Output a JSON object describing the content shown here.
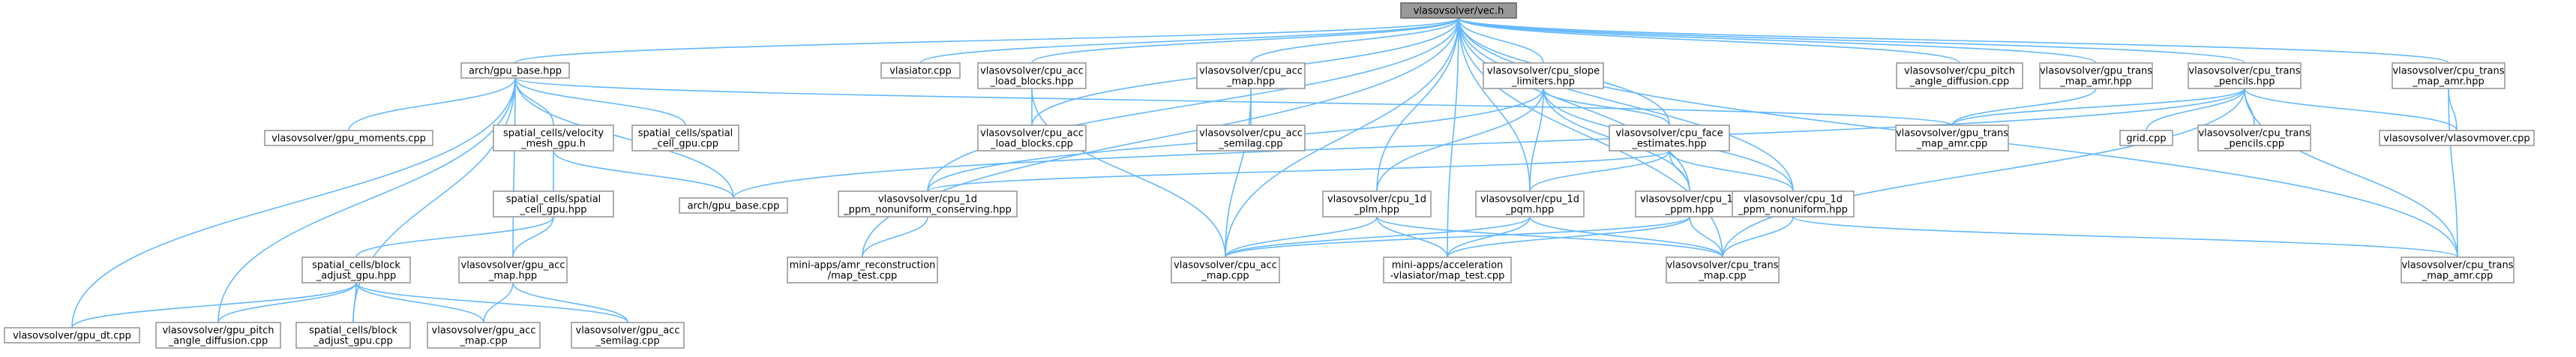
{
  "graph": {
    "root_id": "vec_h",
    "nodes": [
      {
        "id": "vec_h",
        "lines": [
          "vlasovsolver/vec.h"
        ]
      },
      {
        "id": "arch_gpu_base_hpp",
        "lines": [
          "arch/gpu_base.hpp"
        ]
      },
      {
        "id": "vlasiator_cpp",
        "lines": [
          "vlasiator.cpp"
        ]
      },
      {
        "id": "cpu_acc_load_blocks_hpp",
        "lines": [
          "vlasovsolver/cpu_acc",
          "_load_blocks.hpp"
        ]
      },
      {
        "id": "cpu_acc_map_hpp",
        "lines": [
          "vlasovsolver/cpu_acc",
          "_map.hpp"
        ]
      },
      {
        "id": "cpu_slope_limiters_hpp",
        "lines": [
          "vlasovsolver/cpu_slope",
          "_limiters.hpp"
        ]
      },
      {
        "id": "cpu_pitch_angle_diffusion_cpp",
        "lines": [
          "vlasovsolver/cpu_pitch",
          "_angle_diffusion.cpp"
        ]
      },
      {
        "id": "gpu_trans_map_amr_hpp",
        "lines": [
          "vlasovsolver/gpu_trans",
          "_map_amr.hpp"
        ]
      },
      {
        "id": "cpu_trans_pencils_hpp",
        "lines": [
          "vlasovsolver/cpu_trans",
          "_pencils.hpp"
        ]
      },
      {
        "id": "cpu_trans_map_amr_hpp",
        "lines": [
          "vlasovsolver/cpu_trans",
          "_map_amr.hpp"
        ]
      },
      {
        "id": "gpu_moments_cpp",
        "lines": [
          "vlasovsolver/gpu_moments.cpp"
        ]
      },
      {
        "id": "spatial_cells_velocity_mesh_gpu_h",
        "lines": [
          "spatial_cells/velocity",
          "_mesh_gpu.h"
        ]
      },
      {
        "id": "spatial_cells_spatial_cell_gpu_cpp",
        "lines": [
          "spatial_cells/spatial",
          "_cell_gpu.cpp"
        ]
      },
      {
        "id": "cpu_acc_load_blocks_cpp",
        "lines": [
          "vlasovsolver/cpu_acc",
          "_load_blocks.cpp"
        ]
      },
      {
        "id": "cpu_acc_semilag_cpp",
        "lines": [
          "vlasovsolver/cpu_acc",
          "_semilag.cpp"
        ]
      },
      {
        "id": "cpu_face_estimates_hpp",
        "lines": [
          "vlasovsolver/cpu_face",
          "_estimates.hpp"
        ]
      },
      {
        "id": "gpu_trans_map_amr_cpp",
        "lines": [
          "vlasovsolver/gpu_trans",
          "_map_amr.cpp"
        ]
      },
      {
        "id": "grid_cpp",
        "lines": [
          "grid.cpp"
        ]
      },
      {
        "id": "cpu_trans_pencils_cpp",
        "lines": [
          "vlasovsolver/cpu_trans",
          "_pencils.cpp"
        ]
      },
      {
        "id": "vlasovmover_cpp",
        "lines": [
          "vlasovsolver/vlasovmover.cpp"
        ]
      },
      {
        "id": "spatial_cells_spatial_cell_gpu_hpp",
        "lines": [
          "spatial_cells/spatial",
          "_cell_gpu.hpp"
        ]
      },
      {
        "id": "arch_gpu_base_cpp",
        "lines": [
          "arch/gpu_base.cpp"
        ]
      },
      {
        "id": "cpu_1d_ppm_nonuniform_conserving_hpp",
        "lines": [
          "vlasovsolver/cpu_1d",
          "_ppm_nonuniform_conserving.hpp"
        ]
      },
      {
        "id": "cpu_1d_plm_hpp",
        "lines": [
          "vlasovsolver/cpu_1d",
          "_plm.hpp"
        ]
      },
      {
        "id": "cpu_1d_pqm_hpp",
        "lines": [
          "vlasovsolver/cpu_1d",
          "_pqm.hpp"
        ]
      },
      {
        "id": "cpu_1d_ppm_hpp",
        "lines": [
          "vlasovsolver/cpu_1d",
          "_ppm.hpp"
        ]
      },
      {
        "id": "cpu_1d_ppm_nonuniform_hpp",
        "lines": [
          "vlasovsolver/cpu_1d",
          "_ppm_nonuniform.hpp"
        ]
      },
      {
        "id": "spatial_cells_block_adjust_gpu_hpp",
        "lines": [
          "spatial_cells/block",
          "_adjust_gpu.hpp"
        ]
      },
      {
        "id": "gpu_acc_map_hpp",
        "lines": [
          "vlasovsolver/gpu_acc",
          "_map.hpp"
        ]
      },
      {
        "id": "amr_reconstruction_map_test_cpp",
        "lines": [
          "mini-apps/amr_reconstruction",
          "/map_test.cpp"
        ]
      },
      {
        "id": "cpu_acc_map_cpp",
        "lines": [
          "vlasovsolver/cpu_acc",
          "_map.cpp"
        ]
      },
      {
        "id": "acceleration_vlasiator_map_test_cpp",
        "lines": [
          "mini-apps/acceleration",
          "-vlasiator/map_test.cpp"
        ]
      },
      {
        "id": "cpu_trans_map_cpp",
        "lines": [
          "vlasovsolver/cpu_trans",
          "_map.cpp"
        ]
      },
      {
        "id": "cpu_trans_map_amr_cpp",
        "lines": [
          "vlasovsolver/cpu_trans",
          "_map_amr.cpp"
        ]
      },
      {
        "id": "gpu_dt_cpp",
        "lines": [
          "vlasovsolver/gpu_dt.cpp"
        ]
      },
      {
        "id": "gpu_pitch_angle_diffusion_cpp",
        "lines": [
          "vlasovsolver/gpu_pitch",
          "_angle_diffusion.cpp"
        ]
      },
      {
        "id": "spatial_cells_block_adjust_gpu_cpp",
        "lines": [
          "spatial_cells/block",
          "_adjust_gpu.cpp"
        ]
      },
      {
        "id": "gpu_acc_map_cpp",
        "lines": [
          "vlasovsolver/gpu_acc",
          "_map.cpp"
        ]
      },
      {
        "id": "gpu_acc_semilag_cpp",
        "lines": [
          "vlasovsolver/gpu_acc",
          "_semilag.cpp"
        ]
      }
    ],
    "edges": [
      [
        "vec_h",
        "arch_gpu_base_hpp"
      ],
      [
        "vec_h",
        "vlasiator_cpp"
      ],
      [
        "vec_h",
        "cpu_acc_load_blocks_hpp"
      ],
      [
        "vec_h",
        "cpu_acc_map_hpp"
      ],
      [
        "vec_h",
        "cpu_slope_limiters_hpp"
      ],
      [
        "vec_h",
        "cpu_pitch_angle_diffusion_cpp"
      ],
      [
        "vec_h",
        "gpu_trans_map_amr_hpp"
      ],
      [
        "vec_h",
        "cpu_trans_pencils_hpp"
      ],
      [
        "vec_h",
        "cpu_trans_map_amr_hpp"
      ],
      [
        "vec_h",
        "cpu_face_estimates_hpp"
      ],
      [
        "vec_h",
        "cpu_acc_load_blocks_cpp"
      ],
      [
        "vec_h",
        "cpu_1d_ppm_nonuniform_conserving_hpp"
      ],
      [
        "vec_h",
        "cpu_1d_plm_hpp"
      ],
      [
        "vec_h",
        "cpu_1d_pqm_hpp"
      ],
      [
        "vec_h",
        "cpu_1d_ppm_hpp"
      ],
      [
        "vec_h",
        "cpu_1d_ppm_nonuniform_hpp"
      ],
      [
        "vec_h",
        "amr_reconstruction_map_test_cpp"
      ],
      [
        "vec_h",
        "cpu_acc_map_cpp"
      ],
      [
        "vec_h",
        "acceleration_vlasiator_map_test_cpp"
      ],
      [
        "vec_h",
        "cpu_trans_map_cpp"
      ],
      [
        "vec_h",
        "cpu_trans_map_amr_cpp"
      ],
      [
        "arch_gpu_base_hpp",
        "gpu_moments_cpp"
      ],
      [
        "arch_gpu_base_hpp",
        "spatial_cells_velocity_mesh_gpu_h"
      ],
      [
        "arch_gpu_base_hpp",
        "spatial_cells_spatial_cell_gpu_cpp"
      ],
      [
        "arch_gpu_base_hpp",
        "arch_gpu_base_cpp"
      ],
      [
        "arch_gpu_base_hpp",
        "gpu_trans_map_amr_cpp"
      ],
      [
        "arch_gpu_base_hpp",
        "gpu_acc_map_hpp"
      ],
      [
        "arch_gpu_base_hpp",
        "gpu_dt_cpp"
      ],
      [
        "arch_gpu_base_hpp",
        "gpu_pitch_angle_diffusion_cpp"
      ],
      [
        "arch_gpu_base_hpp",
        "spatial_cells_block_adjust_gpu_cpp"
      ],
      [
        "spatial_cells_velocity_mesh_gpu_h",
        "spatial_cells_spatial_cell_gpu_hpp"
      ],
      [
        "spatial_cells_velocity_mesh_gpu_h",
        "arch_gpu_base_cpp"
      ],
      [
        "spatial_cells_spatial_cell_gpu_hpp",
        "spatial_cells_block_adjust_gpu_hpp"
      ],
      [
        "spatial_cells_spatial_cell_gpu_hpp",
        "gpu_acc_map_hpp"
      ],
      [
        "spatial_cells_block_adjust_gpu_hpp",
        "gpu_dt_cpp"
      ],
      [
        "spatial_cells_block_adjust_gpu_hpp",
        "gpu_pitch_angle_diffusion_cpp"
      ],
      [
        "spatial_cells_block_adjust_gpu_hpp",
        "spatial_cells_block_adjust_gpu_cpp"
      ],
      [
        "spatial_cells_block_adjust_gpu_hpp",
        "gpu_acc_map_cpp"
      ],
      [
        "spatial_cells_block_adjust_gpu_hpp",
        "gpu_acc_semilag_cpp"
      ],
      [
        "gpu_acc_map_hpp",
        "gpu_acc_map_cpp"
      ],
      [
        "gpu_acc_map_hpp",
        "gpu_acc_semilag_cpp"
      ],
      [
        "cpu_acc_load_blocks_hpp",
        "cpu_acc_load_blocks_cpp"
      ],
      [
        "cpu_acc_load_blocks_hpp",
        "cpu_acc_map_cpp"
      ],
      [
        "cpu_acc_map_hpp",
        "cpu_acc_semilag_cpp"
      ],
      [
        "cpu_acc_map_hpp",
        "cpu_acc_map_cpp"
      ],
      [
        "cpu_slope_limiters_hpp",
        "cpu_face_estimates_hpp"
      ],
      [
        "cpu_slope_limiters_hpp",
        "cpu_1d_ppm_nonuniform_conserving_hpp"
      ],
      [
        "cpu_slope_limiters_hpp",
        "cpu_1d_plm_hpp"
      ],
      [
        "cpu_slope_limiters_hpp",
        "cpu_1d_pqm_hpp"
      ],
      [
        "cpu_slope_limiters_hpp",
        "cpu_1d_ppm_hpp"
      ],
      [
        "cpu_slope_limiters_hpp",
        "cpu_1d_ppm_nonuniform_hpp"
      ],
      [
        "cpu_face_estimates_hpp",
        "cpu_1d_ppm_nonuniform_conserving_hpp"
      ],
      [
        "cpu_face_estimates_hpp",
        "cpu_1d_pqm_hpp"
      ],
      [
        "cpu_face_estimates_hpp",
        "cpu_1d_ppm_hpp"
      ],
      [
        "cpu_face_estimates_hpp",
        "cpu_1d_ppm_nonuniform_hpp"
      ],
      [
        "cpu_1d_ppm_nonuniform_conserving_hpp",
        "amr_reconstruction_map_test_cpp"
      ],
      [
        "cpu_1d_plm_hpp",
        "cpu_acc_map_cpp"
      ],
      [
        "cpu_1d_plm_hpp",
        "acceleration_vlasiator_map_test_cpp"
      ],
      [
        "cpu_1d_plm_hpp",
        "cpu_trans_map_cpp"
      ],
      [
        "cpu_1d_pqm_hpp",
        "cpu_acc_map_cpp"
      ],
      [
        "cpu_1d_pqm_hpp",
        "acceleration_vlasiator_map_test_cpp"
      ],
      [
        "cpu_1d_pqm_hpp",
        "cpu_trans_map_cpp"
      ],
      [
        "cpu_1d_ppm_hpp",
        "cpu_acc_map_cpp"
      ],
      [
        "cpu_1d_ppm_hpp",
        "acceleration_vlasiator_map_test_cpp"
      ],
      [
        "cpu_1d_ppm_hpp",
        "cpu_trans_map_cpp"
      ],
      [
        "cpu_1d_ppm_nonuniform_hpp",
        "cpu_trans_map_cpp"
      ],
      [
        "cpu_1d_ppm_nonuniform_hpp",
        "cpu_trans_map_amr_cpp"
      ],
      [
        "gpu_trans_map_amr_hpp",
        "gpu_trans_map_amr_cpp"
      ],
      [
        "cpu_trans_pencils_hpp",
        "grid_cpp"
      ],
      [
        "cpu_trans_pencils_hpp",
        "cpu_trans_pencils_cpp"
      ],
      [
        "cpu_trans_pencils_hpp",
        "vlasovmover_cpp"
      ],
      [
        "cpu_trans_pencils_hpp",
        "gpu_trans_map_amr_cpp"
      ],
      [
        "cpu_trans_pencils_hpp",
        "cpu_trans_map_cpp"
      ],
      [
        "cpu_trans_pencils_hpp",
        "cpu_trans_map_amr_cpp"
      ],
      [
        "cpu_trans_pencils_hpp",
        "arch_gpu_base_cpp"
      ],
      [
        "cpu_trans_map_amr_hpp",
        "vlasovmover_cpp"
      ],
      [
        "cpu_trans_map_amr_hpp",
        "cpu_trans_map_amr_cpp"
      ]
    ]
  }
}
